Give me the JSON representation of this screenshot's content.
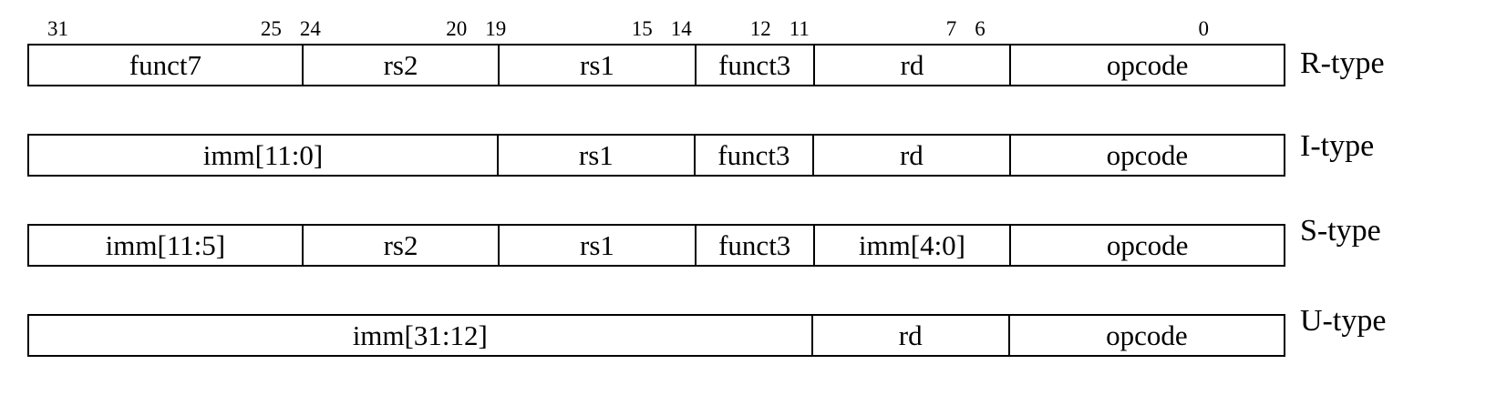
{
  "diagram": {
    "description": "Instruction format layout diagram",
    "colors": {
      "background": "#ffffff",
      "border": "#000000",
      "text": "#000000"
    },
    "bit_labels": [
      {
        "high": "31",
        "low": "25",
        "bits": 7
      },
      {
        "high": "24",
        "low": "20",
        "bits": 5
      },
      {
        "high": "19",
        "low": "15",
        "bits": 5
      },
      {
        "high": "14",
        "low": "12",
        "bits": 3
      },
      {
        "high": "11",
        "low": "7",
        "bits": 5
      },
      {
        "high": "6",
        "low": "0",
        "bits": 7
      }
    ],
    "rows": [
      {
        "type": "R-type",
        "fields": [
          {
            "label": "funct7",
            "bits": 7
          },
          {
            "label": "rs2",
            "bits": 5
          },
          {
            "label": "rs1",
            "bits": 5
          },
          {
            "label": "funct3",
            "bits": 3
          },
          {
            "label": "rd",
            "bits": 5
          },
          {
            "label": "opcode",
            "bits": 7
          }
        ]
      },
      {
        "type": "I-type",
        "fields": [
          {
            "label": "imm[11:0]",
            "bits": 12
          },
          {
            "label": "rs1",
            "bits": 5
          },
          {
            "label": "funct3",
            "bits": 3
          },
          {
            "label": "rd",
            "bits": 5
          },
          {
            "label": "opcode",
            "bits": 7
          }
        ]
      },
      {
        "type": "S-type",
        "fields": [
          {
            "label": "imm[11:5]",
            "bits": 7
          },
          {
            "label": "rs2",
            "bits": 5
          },
          {
            "label": "rs1",
            "bits": 5
          },
          {
            "label": "funct3",
            "bits": 3
          },
          {
            "label": "imm[4:0]",
            "bits": 5
          },
          {
            "label": "opcode",
            "bits": 7
          }
        ]
      },
      {
        "type": "U-type",
        "fields": [
          {
            "label": "imm[31:12]",
            "bits": 20
          },
          {
            "label": "rd",
            "bits": 5
          },
          {
            "label": "opcode",
            "bits": 7
          }
        ]
      }
    ]
  }
}
